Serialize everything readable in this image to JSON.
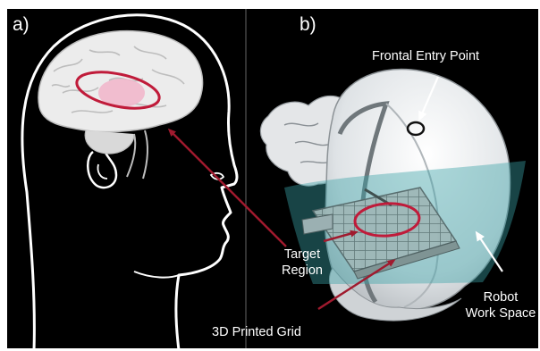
{
  "panels": [
    {
      "label": "a)"
    },
    {
      "label": "b)"
    }
  ],
  "callouts": {
    "frontal_entry": "Frontal Entry Point",
    "target_line1": "Target",
    "target_line2": "Region",
    "robot_line1": "Robot",
    "robot_line2": "Work Space",
    "grid": "3D Printed Grid"
  },
  "colors": {
    "background": "#000000",
    "outline": "#ffffff",
    "brain": "#ececec",
    "target_ring": "#c01b3a",
    "target_fill": "#f2b8cc",
    "arrow": "#a01a2e",
    "workspace": "#3aa3a8"
  },
  "icons": [
    "head-profile-illustration",
    "brain-illustration",
    "skull-model-illustration",
    "arrow-icon"
  ]
}
